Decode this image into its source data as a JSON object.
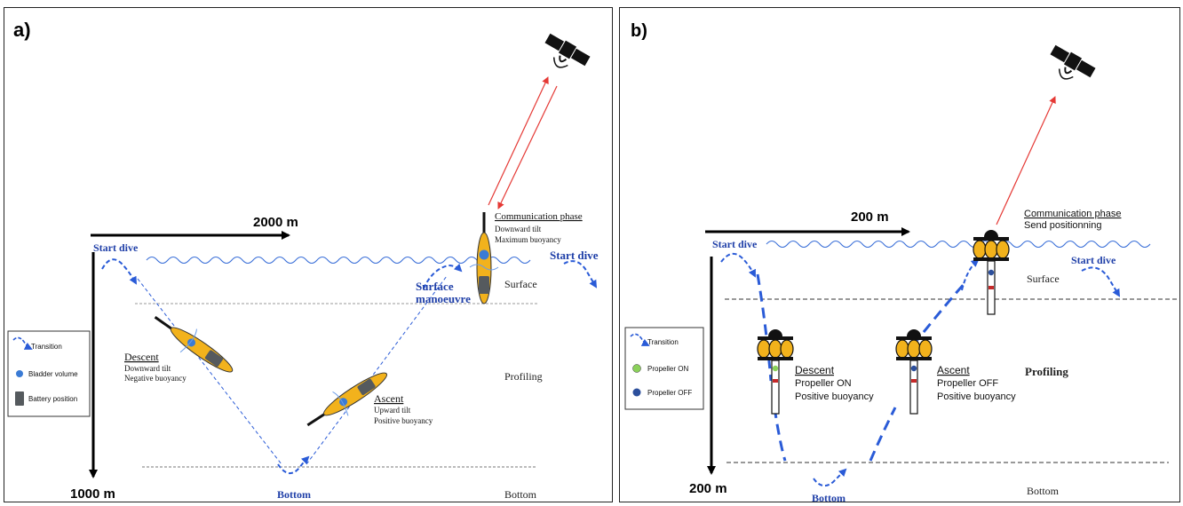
{
  "panel_a": {
    "label": "a)",
    "horizontal_scale": "2000 m",
    "vertical_scale": "1000 m",
    "start_dive_left": "Start dive",
    "start_dive_right": "Start dive",
    "surface_manoeuvre": [
      "Surface",
      "manoeuvre"
    ],
    "bottom_label": "Bottom",
    "zone_surface": "Surface",
    "zone_profiling": "Profiling",
    "zone_bottom": "Bottom",
    "comm_title": "Communication phase",
    "comm_lines": [
      "Downward tilt",
      "Maximum buoyancy"
    ],
    "descent_title": "Descent",
    "descent_lines": [
      "Downward tilt",
      "Negative buoyancy"
    ],
    "ascent_title": "Ascent",
    "ascent_lines": [
      "Upward tilt",
      "Positive buoyancy"
    ],
    "legend": [
      "Transition",
      "Bladder volume",
      "Battery position"
    ]
  },
  "panel_b": {
    "label": "b)",
    "horizontal_scale": "200 m",
    "vertical_scale": "200 m",
    "start_dive_left": "Start dive",
    "start_dive_right": "Start dive",
    "bottom_label": "Bottom",
    "zone_surface": "Surface",
    "zone_profiling": "Profiling",
    "zone_bottom": "Bottom",
    "comm_title": "Communication phase",
    "comm_lines": [
      "Send positionning"
    ],
    "descent_title": "Descent",
    "descent_lines": [
      "Propeller ON",
      "Positive buoyancy"
    ],
    "ascent_title": "Ascent",
    "ascent_lines": [
      "Propeller OFF",
      "Positive buoyancy"
    ],
    "legend": [
      "Transition",
      "Propeller ON",
      "Propeller OFF"
    ]
  },
  "colors": {
    "path_blue": "#2a5bd7",
    "label_blue": "#1f3fa8",
    "glider_yellow": "#f2b21c",
    "battery_gray": "#555a5e",
    "bladder_blue": "#3a7bd5",
    "propeller_on": "#8bd15a",
    "propeller_off": "#2c4f9c",
    "signal_red": "#e53935"
  }
}
